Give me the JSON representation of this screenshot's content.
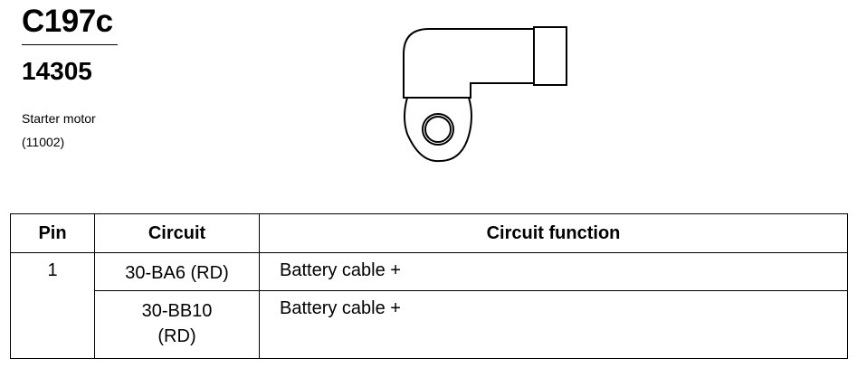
{
  "connector": {
    "id": "C197c",
    "part_number": "14305",
    "description": "Starter motor",
    "component_code": "(11002)"
  },
  "table": {
    "headers": {
      "pin": "Pin",
      "circuit": "Circuit",
      "function": "Circuit function"
    },
    "rows": [
      {
        "pin": "1",
        "circuit": "30-BA6 (RD)",
        "function": "Battery cable +"
      },
      {
        "pin": "",
        "circuit": "30-BB10 (RD)",
        "function": "Battery cable +"
      }
    ]
  }
}
